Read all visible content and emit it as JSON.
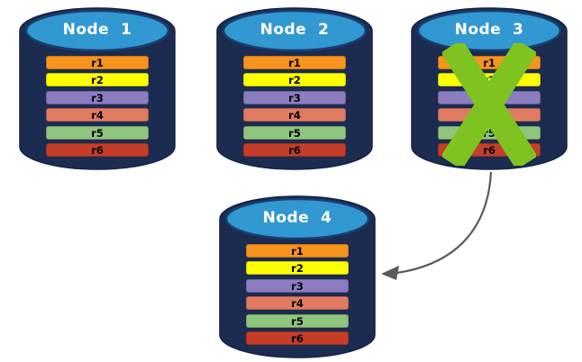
{
  "diagram": {
    "description_type": "database-replication-failover",
    "nodes": [
      {
        "label": "Node  1",
        "failed": false,
        "replicas": [
          "r1",
          "r2",
          "r3",
          "r4",
          "r5",
          "r6"
        ]
      },
      {
        "label": "Node  2",
        "failed": false,
        "replicas": [
          "r1",
          "r2",
          "r3",
          "r4",
          "r5",
          "r6"
        ]
      },
      {
        "label": "Node  3",
        "failed": true,
        "replicas": [
          "r1",
          "r2",
          "r3",
          "r4",
          "r5",
          "r6"
        ]
      },
      {
        "label": "Node  4",
        "failed": false,
        "replicas": [
          "r1",
          "r2",
          "r3",
          "r4",
          "r5",
          "r6"
        ]
      }
    ],
    "edges": [
      {
        "from": "Node  3",
        "to": "Node  4"
      }
    ]
  },
  "colors": {
    "background": "#ffffff",
    "cylinder_body": "#1c2b50",
    "cylinder_stroke": "#142347",
    "cylinder_top": "#3198d1",
    "cylinder_top_stroke": "#1a3e6f",
    "node_label": "#ffffff",
    "bar_label": "#000000",
    "r1": "#f7941d",
    "r2": "#fdfe02",
    "r3": "#8c7dc0",
    "r4": "#e07b62",
    "r5": "#90c57e",
    "r6": "#c63d28",
    "x_mark": "#7ec320",
    "arrow": "#5a5a5a"
  }
}
